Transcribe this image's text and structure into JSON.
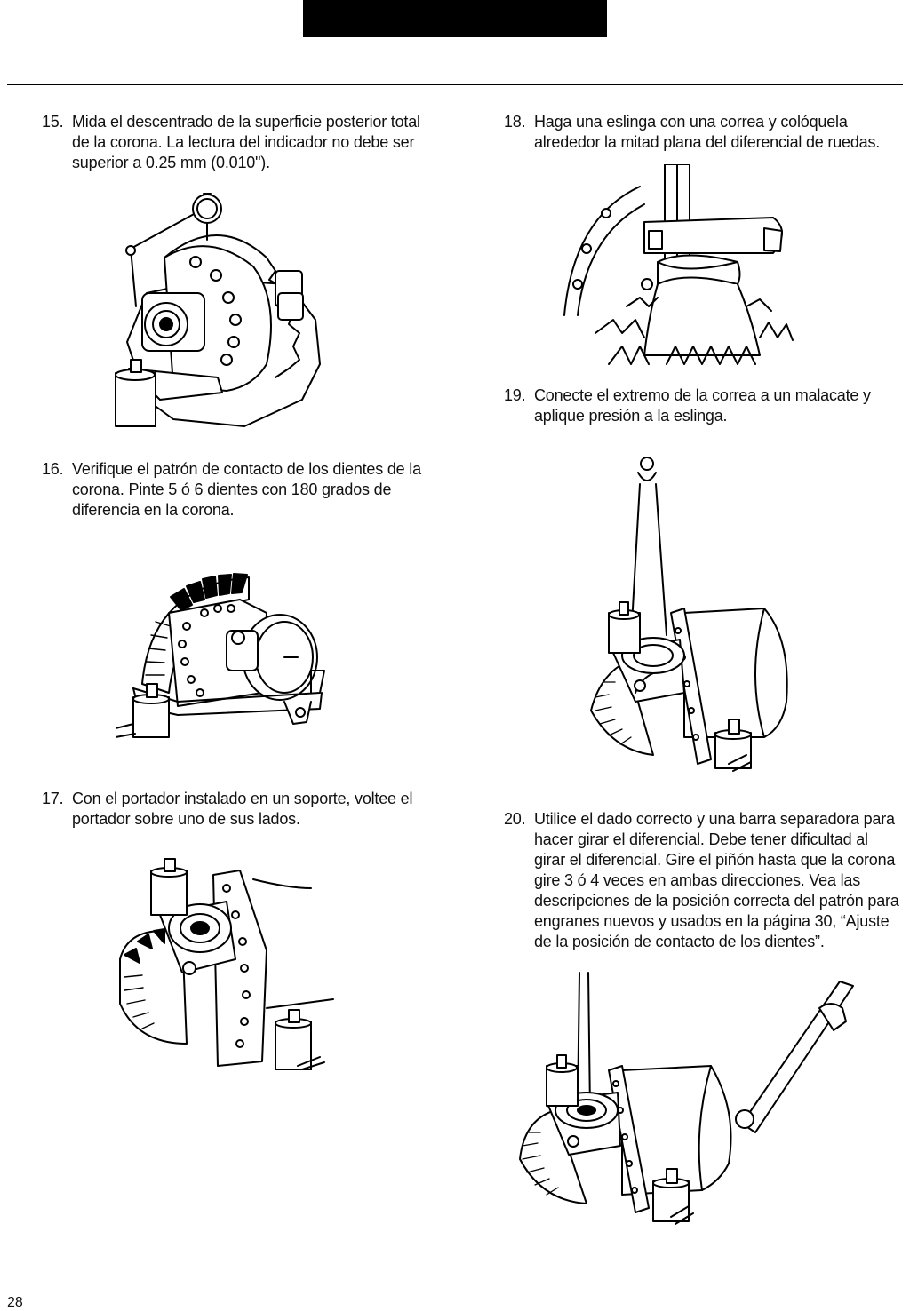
{
  "page": {
    "number": "28"
  },
  "steps": [
    {
      "num": "15.",
      "text": "Mida el descentrado de la superficie posterior total de la corona. La lectura del indicador no debe ser superior a 0.25 mm (0.010\")."
    },
    {
      "num": "16.",
      "text": "Verifique el patrón de contacto de los dientes de la corona. Pinte 5 ó 6 dientes con 180 grados de diferencia en la corona."
    },
    {
      "num": "17.",
      "text": "Con el portador instalado en un soporte, voltee el portador sobre uno de sus lados."
    },
    {
      "num": "18.",
      "text": "Haga una eslinga con una correa y colóquela alrededor la mitad plana del diferencial de ruedas."
    },
    {
      "num": "19.",
      "text": "Conecte el extremo de la correa a un malacate y aplique presión a la eslinga."
    },
    {
      "num": "20.",
      "text": "Utilice el dado correcto y una barra separadora para hacer girar el diferencial. Debe tener dificultad al girar el diferencial. Gire el piñón hasta que la corona gire 3 ó 4 veces en ambas direcciones. Vea las descripciones de la posición correcta del patrón para engranes nuevos y usados en la página 30, “Ajuste de la posición de contacto de los dientes”."
    }
  ]
}
